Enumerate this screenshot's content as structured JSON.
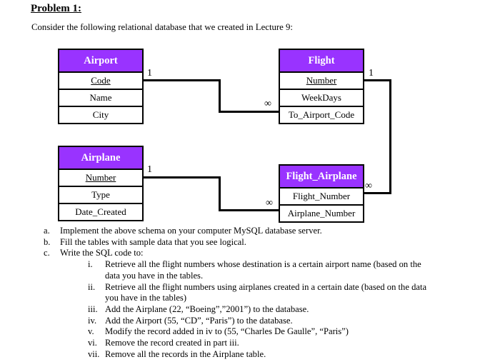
{
  "page": {
    "title": "Problem 1:",
    "intro": "Consider the following relational database that we created in Lecture 9:"
  },
  "diagram": {
    "header_color": "#9933ff",
    "entities": [
      {
        "name": "Airport",
        "fields": [
          {
            "label": "Code",
            "primary_key": true
          },
          {
            "label": "Name",
            "primary_key": false
          },
          {
            "label": "City",
            "primary_key": false
          }
        ]
      },
      {
        "name": "Flight",
        "fields": [
          {
            "label": "Number",
            "primary_key": true
          },
          {
            "label": "WeekDays",
            "primary_key": false
          },
          {
            "label": "To_Airport_Code",
            "primary_key": false
          }
        ]
      },
      {
        "name": "Airplane",
        "fields": [
          {
            "label": "Number",
            "primary_key": true
          },
          {
            "label": "Type",
            "primary_key": false
          },
          {
            "label": "Date_Created",
            "primary_key": false
          }
        ]
      },
      {
        "name": "Flight_Airplane",
        "fields": [
          {
            "label": "Flight_Number",
            "primary_key": false
          },
          {
            "label": "Airplane_Number",
            "primary_key": false
          }
        ]
      }
    ],
    "relationships": [
      {
        "from": "Airport",
        "to": "Flight",
        "from_card": "1",
        "to_card": "∞"
      },
      {
        "from": "Flight",
        "to": "Flight_Airplane",
        "from_card": "1",
        "to_card": "∞"
      },
      {
        "from": "Airplane",
        "to": "Flight_Airplane",
        "from_card": "1",
        "to_card": "∞"
      }
    ]
  },
  "tasks": {
    "items": [
      {
        "marker": "a.",
        "text": "Implement the above schema on your computer MySQL database server."
      },
      {
        "marker": "b.",
        "text": "Fill the tables with sample data that you see logical."
      },
      {
        "marker": "c.",
        "text": "Write the SQL code to:"
      }
    ],
    "subitems": [
      {
        "marker": "i.",
        "text": "Retrieve all the flight numbers whose destination is a certain airport name (based on the data you have in the tables."
      },
      {
        "marker": "ii.",
        "text": "Retrieve all the flight numbers using airplanes created in a certain date (based on the data you have in the tables)"
      },
      {
        "marker": "iii.",
        "text": "Add the Airplane (22, “Boeing”,”2001”) to the database."
      },
      {
        "marker": "iv.",
        "text": "Add the Airport (55, “CD”, “Paris”) to the database."
      },
      {
        "marker": "v.",
        "text": "Modify the record added in iv to (55, “Charles De Gaulle”, “Paris”)"
      },
      {
        "marker": "vi.",
        "text": "Remove the record created in part iii."
      },
      {
        "marker": "vii.",
        "text": "Remove all the records in the Airplane table."
      }
    ]
  }
}
